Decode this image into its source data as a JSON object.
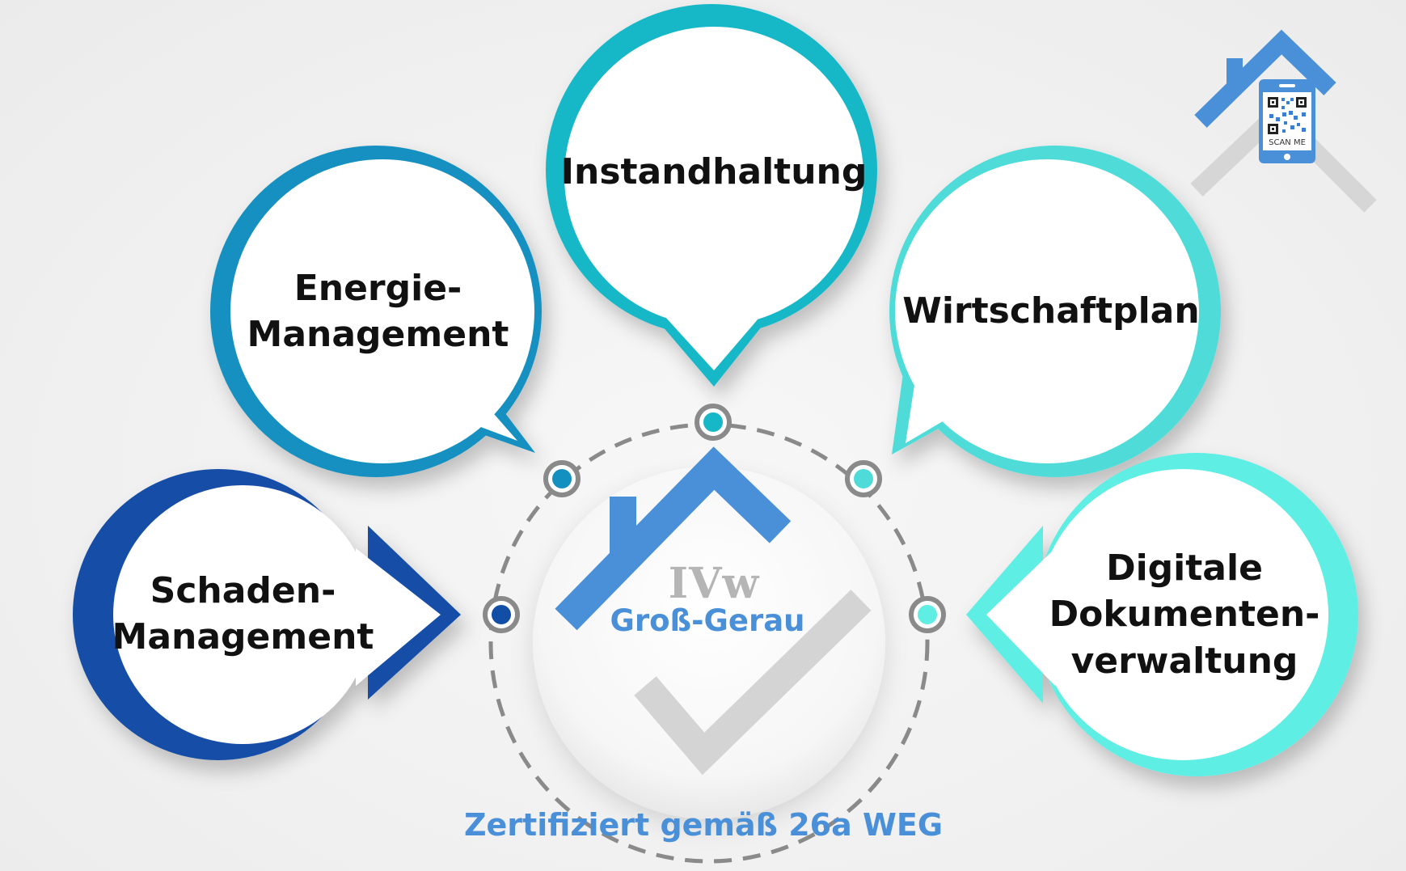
{
  "nodes": {
    "instandhaltung": {
      "lines": [
        "Instandhaltung"
      ],
      "color": "#16b8c8"
    },
    "energie": {
      "lines": [
        "Energie-",
        "Management"
      ],
      "color": "#1490c0"
    },
    "wirtschaftplan": {
      "lines": [
        "Wirtschaftplan"
      ],
      "color": "#4fdcd8"
    },
    "schaden": {
      "lines": [
        "Schaden-",
        "Management"
      ],
      "color": "#124da6"
    },
    "digitale": {
      "lines": [
        "Digitale",
        "Dokumenten-",
        "verwaltung"
      ],
      "color": "#5eeee4"
    }
  },
  "center": {
    "logo_initials": "IVw",
    "location": "Groß-Gerau"
  },
  "footer": {
    "certification": "Zertifiziert gemäß 26a WEG"
  },
  "qr_badge": {
    "caption": "SCAN ME",
    "icon": "qr-code-icon"
  },
  "colors": {
    "house_blue": "#4a90d9",
    "checkmark_gray": "#d4d4d4",
    "dash_gray": "#8a8a8a",
    "text_dark": "#111111"
  }
}
